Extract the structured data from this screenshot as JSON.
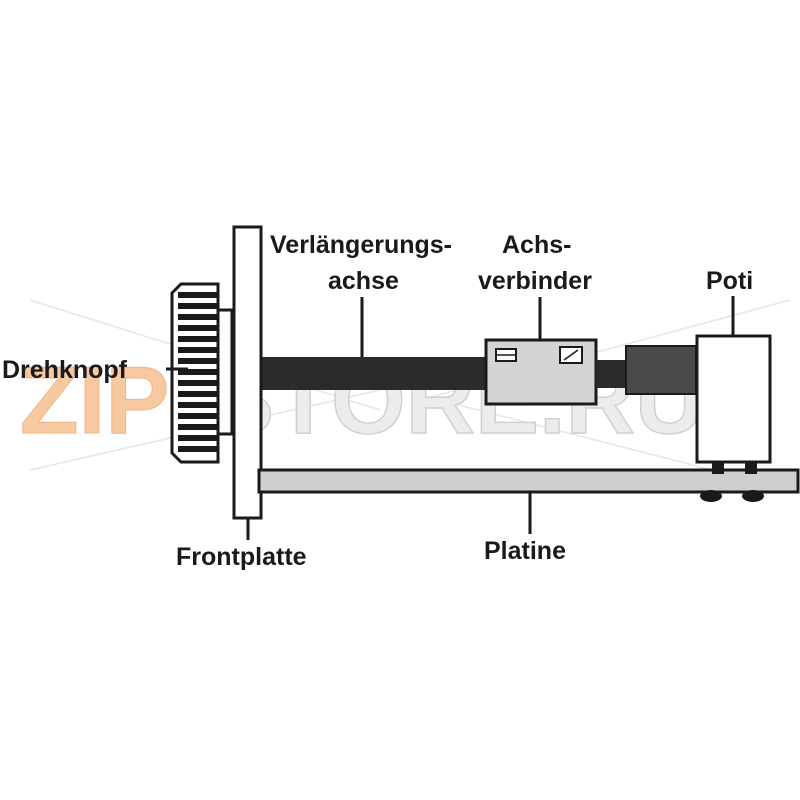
{
  "labels": {
    "drehknopf": "Drehknopf",
    "verlaengerungsachse_line1": "Verlängerungs-",
    "verlaengerungsachse_line2": "achse",
    "achsverbinder_line1": "Achs-",
    "achsverbinder_line2": "verbinder",
    "poti": "Poti",
    "frontplatte": "Frontplatte",
    "platine": "Platine"
  },
  "watermark": {
    "zip": "ZIP",
    "store": "STORE.RU"
  },
  "colors": {
    "outline": "#1a1a1a",
    "shaft": "#2b2b2b",
    "coupler": "#d4d4d4",
    "board": "#cfcfcf",
    "pot_shaft": "#4a4a4a",
    "watermark_orange": "#f6c9a0",
    "watermark_gray": "#e9e9e9"
  }
}
